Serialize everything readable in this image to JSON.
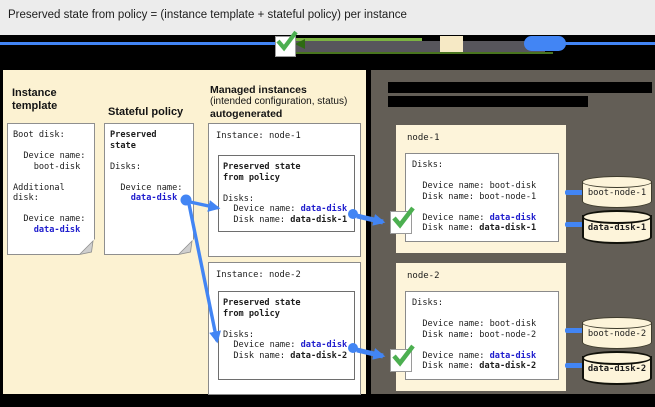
{
  "title": "Preserved state from policy = (instance template + stateful policy) per instance",
  "colors": {
    "accent_blue": "#4285f4",
    "link_blue_text": "#1e1ccd",
    "check_green": "#4caf50",
    "panel_cream": "#fcf2d2",
    "node_cream": "#fdf4da",
    "dark_panel": "#635e56",
    "redaction_black": "#000000",
    "banner_green": "#7cb342"
  },
  "icons": {
    "check": "green-checkmark",
    "disk": "cylinder",
    "document": "page-with-folded-corner",
    "mapping_dot": "blue-dot-connector"
  },
  "left_panel": {
    "headings": {
      "instance_template": "Instance template",
      "stateful_policy": "Stateful policy",
      "managed_instances_line1": "Managed instances",
      "managed_instances_line2": "(intended configuration, status)",
      "managed_instances_line3": "autogenerated"
    },
    "instance_template_doc": {
      "lines": [
        [
          {
            "t": "Boot disk:"
          }
        ],
        [],
        [
          {
            "t": "  Device name:"
          }
        ],
        [
          {
            "t": "    boot-disk"
          }
        ],
        [],
        [
          {
            "t": "Additional"
          }
        ],
        [
          {
            "t": "disk:"
          }
        ],
        [],
        [
          {
            "t": "  Device name:"
          }
        ],
        [
          {
            "t": "    "
          },
          {
            "t": "data-disk",
            "s": "blue"
          }
        ]
      ]
    },
    "stateful_policy_doc": {
      "lines": [
        [
          {
            "t": "Preserved",
            "s": "bold"
          }
        ],
        [
          {
            "t": "state",
            "s": "bold"
          }
        ],
        [],
        [
          {
            "t": "Disks:"
          }
        ],
        [],
        [
          {
            "t": "  Device name:"
          }
        ],
        [
          {
            "t": "    "
          },
          {
            "t": "data-disk",
            "s": "blue"
          }
        ]
      ]
    },
    "instances": [
      {
        "label": "Instance: node-1",
        "state_lines": [
          [
            {
              "t": "Preserved state",
              "s": "bold"
            }
          ],
          [
            {
              "t": "from policy",
              "s": "bold"
            }
          ],
          [],
          [
            {
              "t": "Disks:"
            }
          ],
          [
            {
              "t": "  Device name: "
            },
            {
              "t": "data-disk",
              "s": "blue"
            }
          ],
          [
            {
              "t": "  Disk name: "
            },
            {
              "t": "data-disk-1",
              "s": "bold"
            }
          ]
        ]
      },
      {
        "label": "Instance: node-2",
        "state_lines": [
          [
            {
              "t": "Preserved state",
              "s": "bold"
            }
          ],
          [
            {
              "t": "from policy",
              "s": "bold"
            }
          ],
          [],
          [
            {
              "t": "Disks:"
            }
          ],
          [
            {
              "t": "  Device name: "
            },
            {
              "t": "data-disk",
              "s": "blue"
            }
          ],
          [
            {
              "t": "  Disk name: "
            },
            {
              "t": "data-disk-2",
              "s": "bold"
            }
          ]
        ]
      }
    ]
  },
  "right_panel": {
    "nodes": [
      {
        "label": "node-1",
        "disk_lines": [
          [
            {
              "t": "Disks:"
            }
          ],
          [],
          [
            {
              "t": "  Device name: boot-disk"
            }
          ],
          [
            {
              "t": "  Disk name: boot-node-1"
            }
          ],
          [],
          [
            {
              "t": "  Device name: "
            },
            {
              "t": "data-disk",
              "s": "blue"
            }
          ],
          [
            {
              "t": "  Disk name: "
            },
            {
              "t": "data-disk-1",
              "s": "bold"
            }
          ]
        ]
      },
      {
        "label": "node-2",
        "disk_lines": [
          [
            {
              "t": "Disks:"
            }
          ],
          [],
          [
            {
              "t": "  Device name: boot-disk"
            }
          ],
          [
            {
              "t": "  Disk name: boot-node-2"
            }
          ],
          [],
          [
            {
              "t": "  Device name: "
            },
            {
              "t": "data-disk",
              "s": "blue"
            }
          ],
          [
            {
              "t": "  Disk name: "
            },
            {
              "t": "data-disk-2",
              "s": "bold"
            }
          ]
        ]
      }
    ],
    "disks": [
      {
        "label": "boot-node-1",
        "emphasis": false
      },
      {
        "label": "data-disk-1",
        "emphasis": true
      },
      {
        "label": "boot-node-2",
        "emphasis": false
      },
      {
        "label": "data-disk-2",
        "emphasis": true
      }
    ]
  }
}
